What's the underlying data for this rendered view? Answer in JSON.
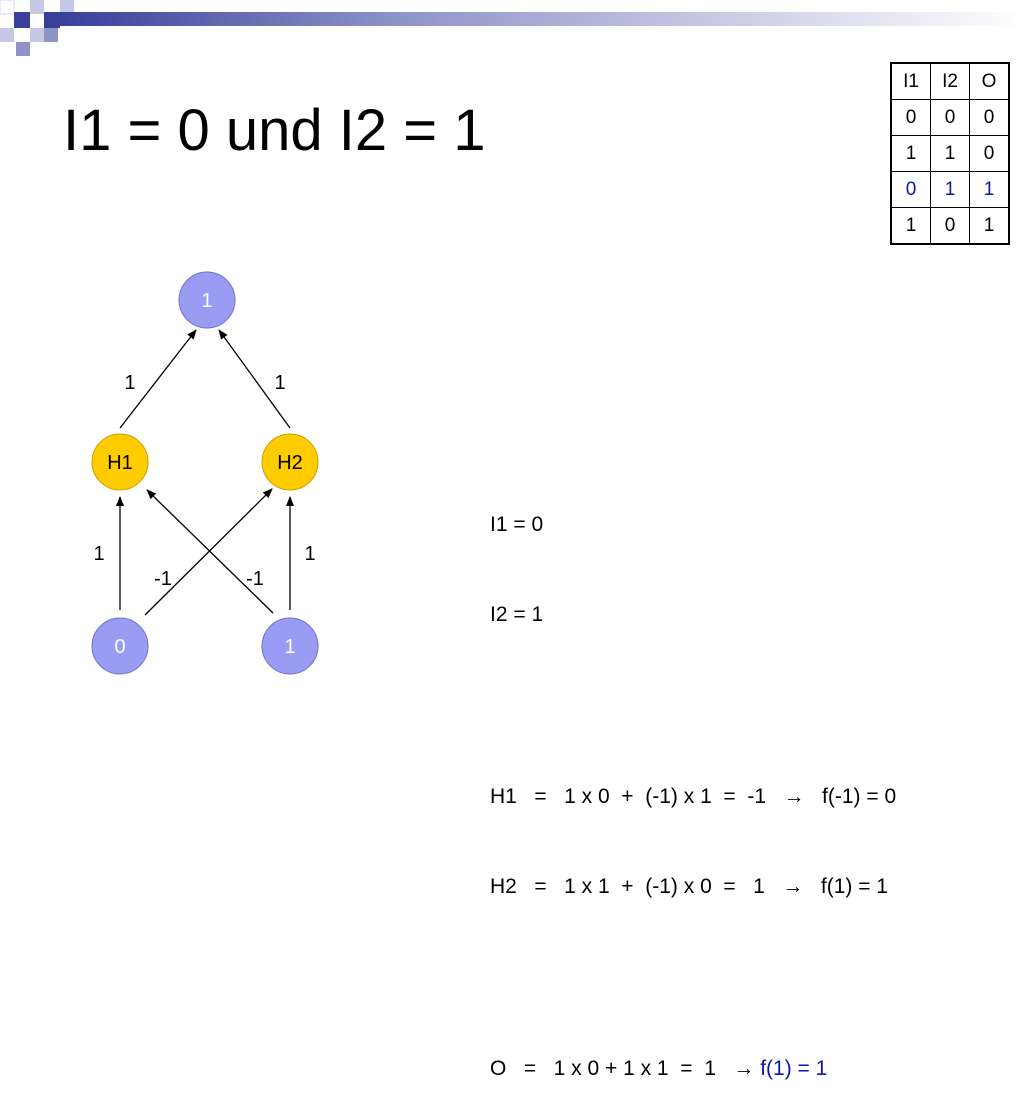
{
  "title": "I1 = 0 und I2 = 1",
  "colors": {
    "input_node": "#9a9cf3",
    "hidden_node": "#ffcc00",
    "highlight_text": "#0a1aa0",
    "deco_dark": "#3a3f9a",
    "deco_light": "#c6c9e6"
  },
  "truth_table": {
    "headers": [
      "I1",
      "I2",
      "O"
    ],
    "rows": [
      [
        "0",
        "0",
        "0"
      ],
      [
        "1",
        "1",
        "0"
      ],
      [
        "0",
        "1",
        "1"
      ],
      [
        "1",
        "0",
        "1"
      ]
    ],
    "highlighted_row": 2
  },
  "network": {
    "nodes": {
      "output": "1",
      "h1": "H1",
      "h2": "H2",
      "i1": "0",
      "i2": "1"
    },
    "weights": {
      "h1_out": "1",
      "h2_out": "1",
      "i1_h1": "1",
      "i2_h2": "1",
      "i2_h1": "-1",
      "i1_h2": "-1"
    }
  },
  "calculation": {
    "i1": "I1 = 0",
    "i2": "I2 = 1",
    "h1": "H1   =   1 x 0  +  (-1) x 1  =  -1   →   f(-1) = 0",
    "h2": "H2   =   1 x 1  +  (-1) x 0  =   1   →   f(1) = 1",
    "o_prefix": "O   =   1 x 0 + 1 x 1  =  1   → ",
    "o_result": "f(1) = 1"
  }
}
